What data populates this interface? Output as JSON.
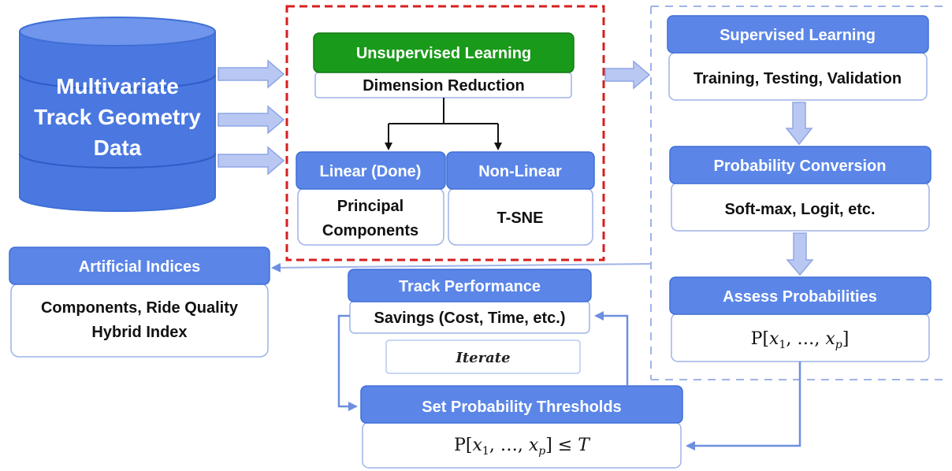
{
  "colors": {
    "header_blue": "#5b86e8",
    "header_border": "#3f6fd6",
    "header_green": "#1a9a1a",
    "arrow_light": "#b9c8f2",
    "arrow_stroke": "#8fa6e6",
    "connector": "#6d8fe0",
    "dash_red": "#d61f1f",
    "dash_blue": "#9fb3e8",
    "cylinder": "#4a78e0",
    "cylinder_top": "#6f95ec"
  },
  "data_source": {
    "lines": [
      "Multivariate",
      "Track Geometry",
      "Data"
    ],
    "icon": "database-icon"
  },
  "unsupervised": {
    "title": "Unsupervised Learning",
    "subtitle": "Dimension Reduction",
    "linear": {
      "title": "Linear (Done)",
      "body": [
        "Principal",
        "Components"
      ]
    },
    "nonlinear": {
      "title": "Non-Linear",
      "body": "T-SNE"
    }
  },
  "supervised": {
    "title": "Supervised Learning",
    "body": "Training, Testing, Validation"
  },
  "probability_conversion": {
    "title": "Probability Conversion",
    "body": "Soft-max, Logit, etc."
  },
  "assess": {
    "title": "Assess Probabilities",
    "formula": "P[x1, ..., xp]"
  },
  "artificial_indices": {
    "title": "Artificial Indices",
    "body": [
      "Components, Ride Quality",
      "Hybrid Index"
    ]
  },
  "track_performance": {
    "title": "Track Performance",
    "body": "Savings (Cost, Time, etc.)"
  },
  "iterate": {
    "label": "Iterate"
  },
  "thresholds": {
    "title": "Set Probability Thresholds",
    "formula": "P[x1, ..., xp] ≤ T"
  }
}
